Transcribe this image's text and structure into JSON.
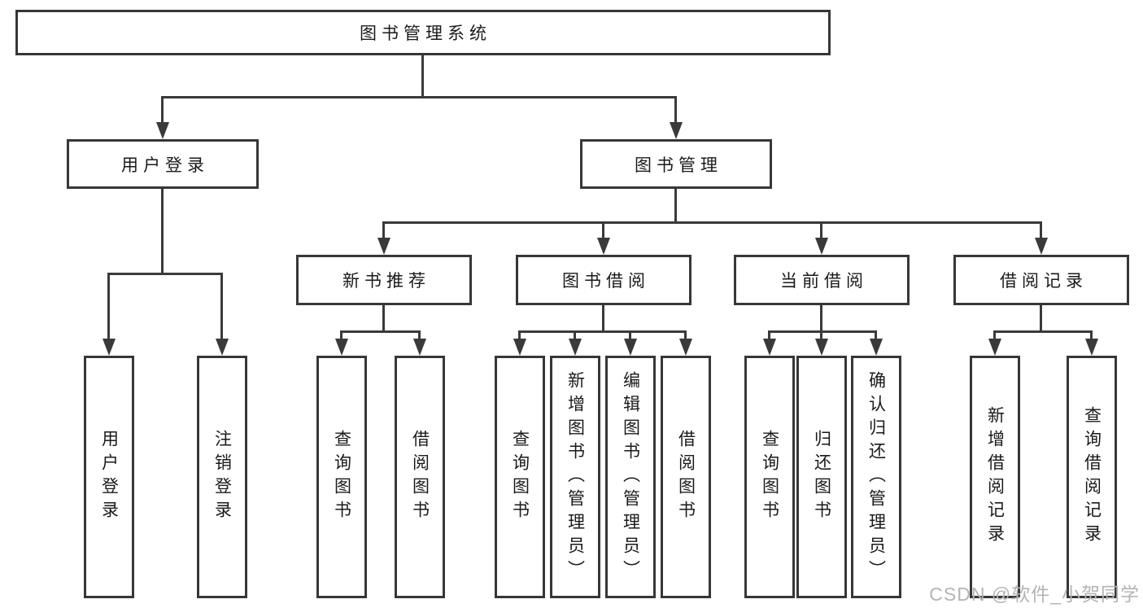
{
  "title": "图书管理系统",
  "tree": {
    "label": "图书管理系统",
    "children": [
      {
        "label": "用户登录",
        "children": [
          {
            "label": "用户登录"
          },
          {
            "label": "注销登录"
          }
        ]
      },
      {
        "label": "图书管理",
        "children": [
          {
            "label": "新书推荐",
            "children": [
              {
                "label": "查询图书"
              },
              {
                "label": "借阅图书"
              }
            ]
          },
          {
            "label": "图书借阅",
            "children": [
              {
                "label": "查询图书"
              },
              {
                "label": "新增图书（管理员）"
              },
              {
                "label": "编辑图书（管理员）"
              },
              {
                "label": "借阅图书"
              }
            ]
          },
          {
            "label": "当前借阅",
            "children": [
              {
                "label": "查询图书"
              },
              {
                "label": "归还图书"
              },
              {
                "label": "确认归还（管理员）"
              }
            ]
          },
          {
            "label": "借阅记录",
            "children": [
              {
                "label": "新增借阅记录"
              },
              {
                "label": "查询借阅记录"
              }
            ]
          }
        ]
      }
    ]
  },
  "watermark": "CSDN @软件_小贺同学",
  "colors": {
    "line": "#3a3a3a",
    "border": "#373737",
    "text": "#1a1a1a",
    "watermark": "#b4b4b4",
    "background": "#ffffff"
  }
}
